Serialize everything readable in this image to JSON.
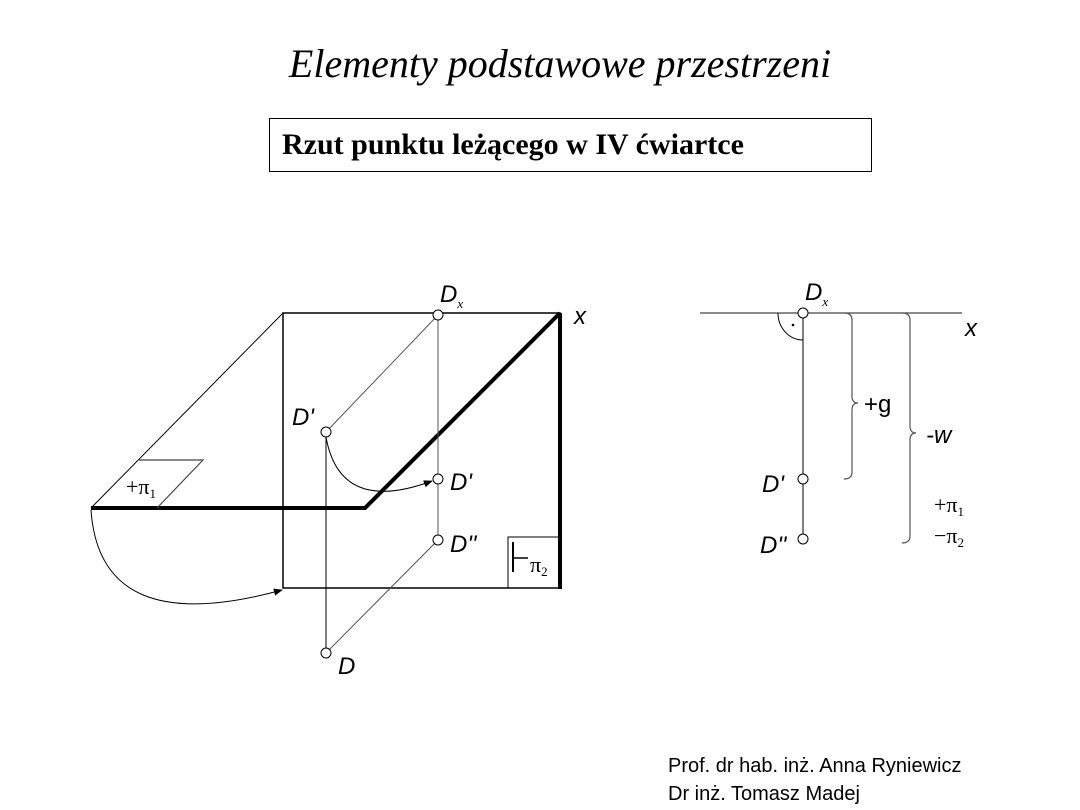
{
  "title": "Elementy podstawowe przestrzeni",
  "subtitle": "Rzut punktu leżącego w IV ćwiartce",
  "left_diagram": {
    "axis_label": "x",
    "point_dx": "D",
    "point_dx_sub": "x",
    "point_d_prime_1": "D'",
    "point_d_prime_2": "D'",
    "point_d_double_prime": "D''",
    "point_d": "D",
    "plane_1": "+π",
    "plane_1_sub": "1",
    "plane_2": "π",
    "plane_2_sub": "2"
  },
  "right_diagram": {
    "axis_label": "x",
    "point_dx": "D",
    "point_dx_sub": "x",
    "point_d_prime": "D'",
    "point_d_double_prime": "D''",
    "depth_label": "+g",
    "height_label": "-w",
    "plane_1": "+π",
    "plane_1_sub": "1",
    "plane_2": "−π",
    "plane_2_sub": "2"
  },
  "credits": [
    "Prof. dr hab. inż. Anna Ryniewicz",
    "Dr inż. Tomasz Madej"
  ]
}
